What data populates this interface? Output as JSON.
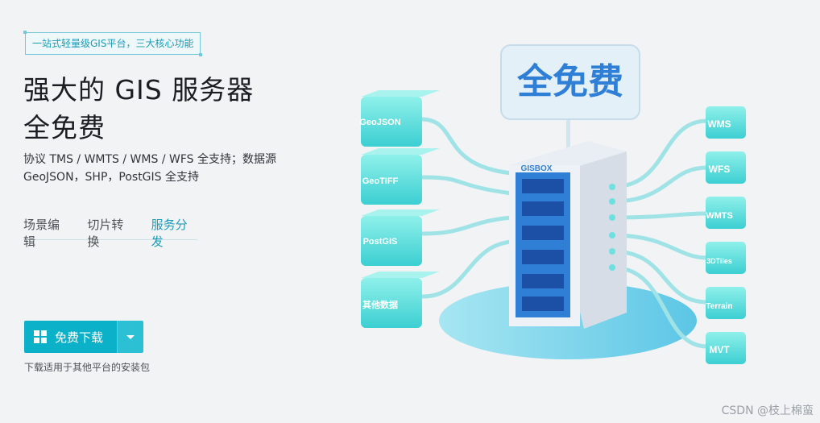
{
  "badge": "一站式轻量级GIS平台，三大核心功能",
  "title": {
    "line1": "强大的 GIS 服务器",
    "line2": "全免费"
  },
  "description": {
    "line1": "协议 TMS / WMTS / WMS / WFS 全支持；数据源",
    "line2": "GeoJSON，SHP，PostGIS 全支持"
  },
  "tabs": [
    {
      "label": "场景编辑",
      "active": false
    },
    {
      "label": "切片转换",
      "active": false
    },
    {
      "label": "服务分发",
      "active": true
    }
  ],
  "download": {
    "label": "免费下载",
    "icon": "windows-icon",
    "note": "下载适用于其他平台的安装包"
  },
  "illustration": {
    "sign_text": "全免费",
    "server_brand": "GISBOX",
    "inputs": [
      "GeoJSON",
      "GeoTIFF",
      "PostGIS",
      "其他数据"
    ],
    "outputs": [
      "WMS",
      "WFS",
      "WMTS",
      "3DTiles",
      "Terrain",
      "MVT"
    ]
  },
  "watermark": "CSDN @枝上棉蛮",
  "colors": {
    "accent": "#0bb1c8",
    "cube": "#5fd8d8",
    "server_blue": "#2f7fd6"
  }
}
